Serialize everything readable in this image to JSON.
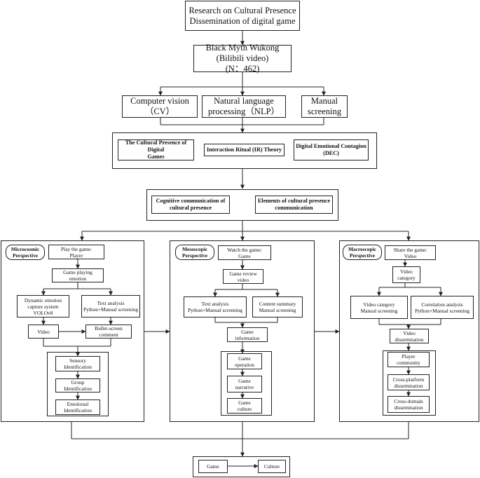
{
  "title": "Research on Cultural Presence\nDissemination of digital game",
  "data_source": "Black Myth Wukong\n(Bilibili video)\n(N：462)",
  "methods": [
    "Computer vision\n（CV）",
    "Natural language\nprocessing（NLP）",
    "Manual\nscreening"
  ],
  "theories": [
    "The Cultural Presence of Digital\nGames",
    "Interaction Ritual (IR) Theory",
    "Digital Emotional Contagion\n(DEC)"
  ],
  "framework": [
    "Cognitive communication of\ncultural presence",
    "Elements of cultural presence\ncommunication"
  ],
  "micro": {
    "label": "Microcosmic\nPerspective",
    "head": "Play the game:\nPlayer",
    "emotion": "Game playing\nemotion",
    "left_tool": "Dynamic emotion\ncapture system\nVOLOv8",
    "right_tool": "Text analysis\nPython+Manual screening",
    "video": "Video",
    "comment": "Bullet-screen\ncomment",
    "stack": [
      "Sensory\nIdentification",
      "Group\nIdentification",
      "Emotional\nIdentification"
    ]
  },
  "meso": {
    "label": "Mesoscopic\nPerspective",
    "head": "Watch the game:\nGame",
    "review": "Game review\nvideo",
    "left_tool": "Text analysis\nPython+Manual screening",
    "right_tool": "Content summary\nManual screening",
    "info": "Game\ninformation",
    "stack": [
      "Game\noperation",
      "Game\nnarrative",
      "Game\nculture"
    ]
  },
  "macro": {
    "label": "Macroscopic\nPerspective",
    "head": "Share the game:\nVideo",
    "category": "Video\ncategory",
    "left_tool": "Video category\nManual screening",
    "right_tool": "Correlation analysis\nPython+Manual screening",
    "dissemination": "Video\ndissemination",
    "stack": [
      "Player\ncommunity",
      "Cross-platform\ndissemination",
      "Cross-domain\ndissemination"
    ]
  },
  "outcome": {
    "from": "Game",
    "to": "Culture"
  }
}
